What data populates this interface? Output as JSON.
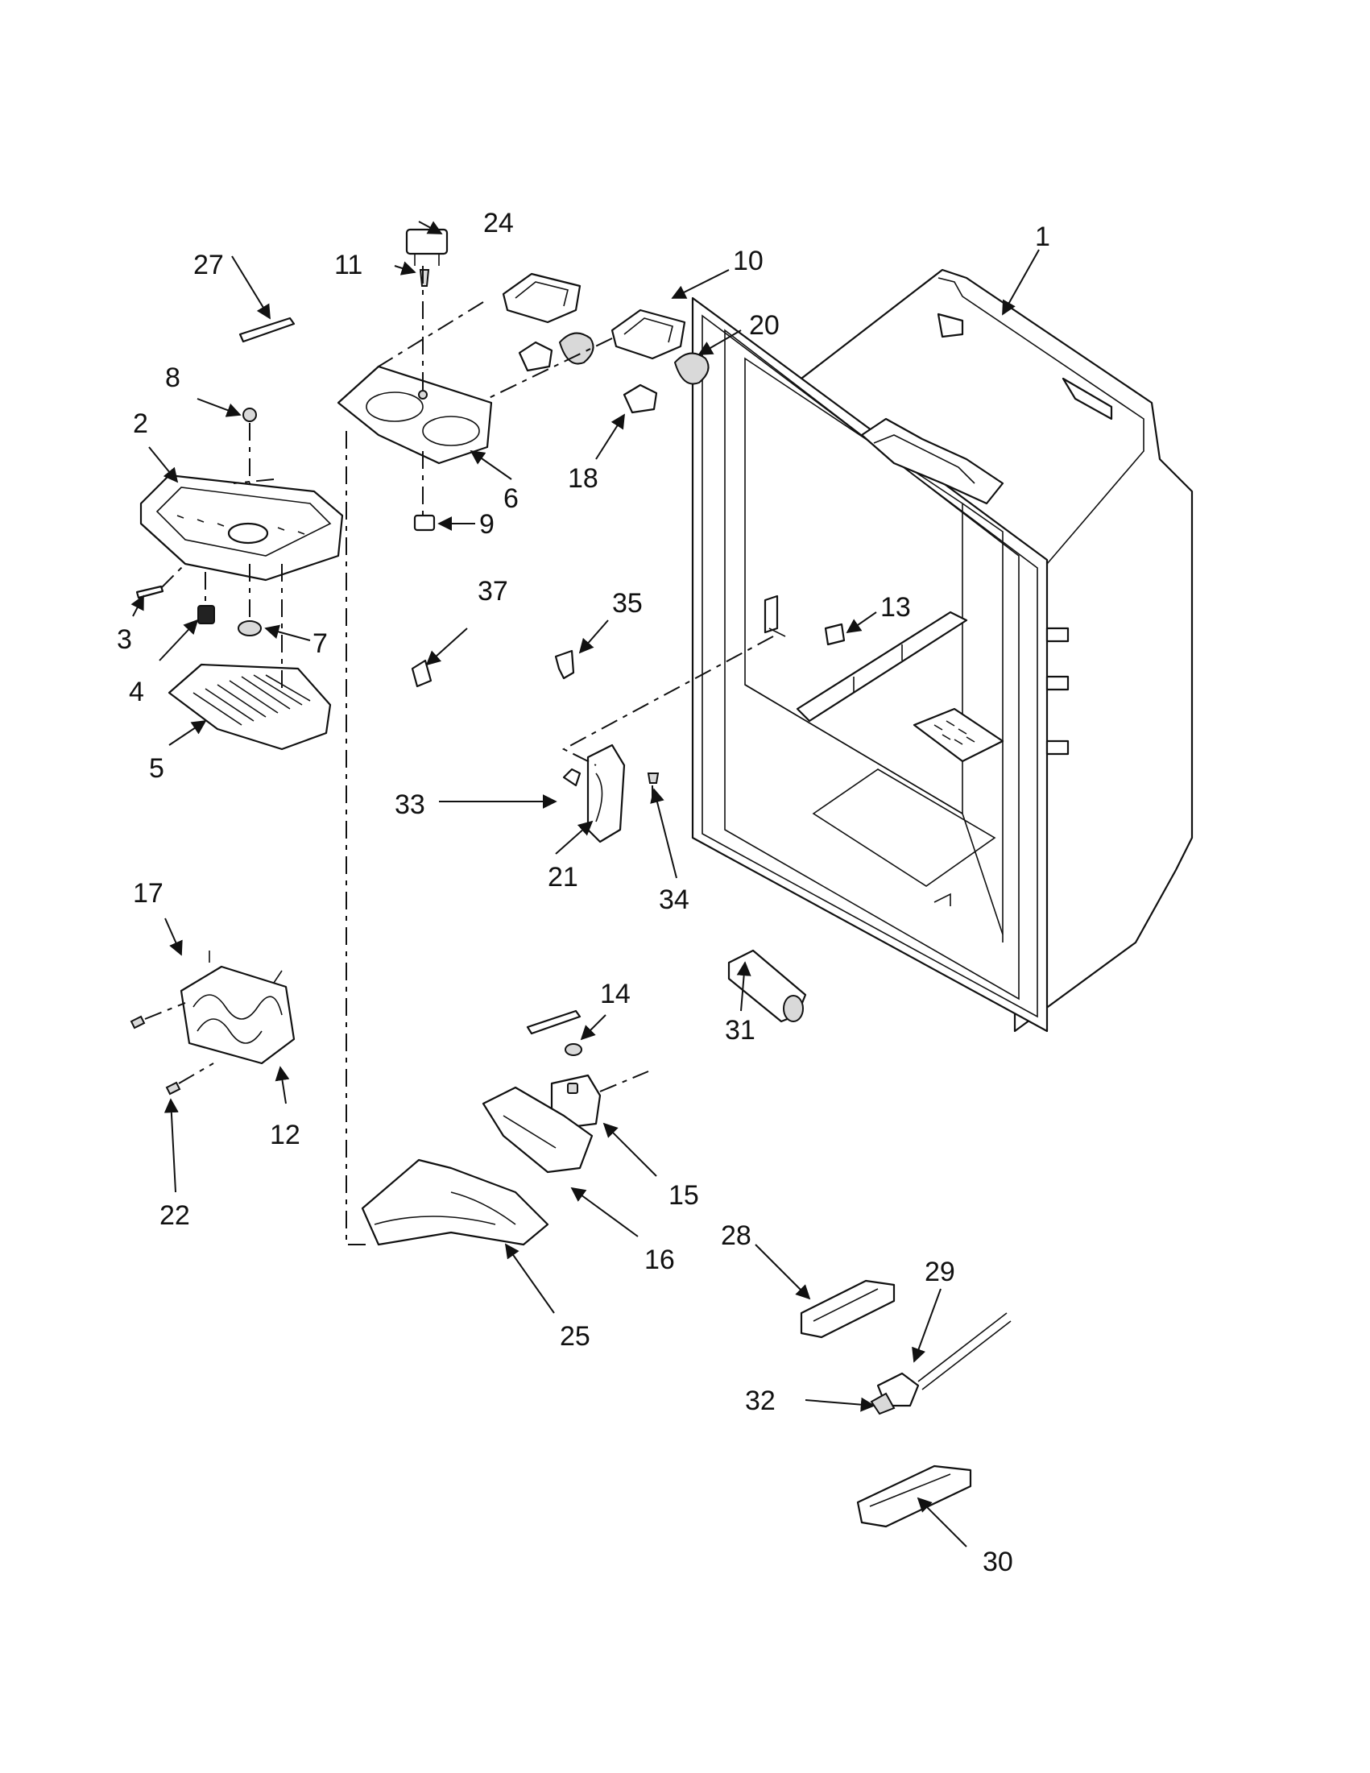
{
  "callouts": [
    {
      "id": "1",
      "label": "1"
    },
    {
      "id": "2",
      "label": "2"
    },
    {
      "id": "3",
      "label": "3"
    },
    {
      "id": "4",
      "label": "4"
    },
    {
      "id": "5",
      "label": "5"
    },
    {
      "id": "6",
      "label": "6"
    },
    {
      "id": "7",
      "label": "7"
    },
    {
      "id": "8",
      "label": "8"
    },
    {
      "id": "9",
      "label": "9"
    },
    {
      "id": "10",
      "label": "10"
    },
    {
      "id": "11",
      "label": "11"
    },
    {
      "id": "12",
      "label": "12"
    },
    {
      "id": "13",
      "label": "13"
    },
    {
      "id": "14",
      "label": "14"
    },
    {
      "id": "15",
      "label": "15"
    },
    {
      "id": "16",
      "label": "16"
    },
    {
      "id": "17",
      "label": "17"
    },
    {
      "id": "18",
      "label": "18"
    },
    {
      "id": "20",
      "label": "20"
    },
    {
      "id": "21",
      "label": "21"
    },
    {
      "id": "22",
      "label": "22"
    },
    {
      "id": "24",
      "label": "24"
    },
    {
      "id": "25",
      "label": "25"
    },
    {
      "id": "27",
      "label": "27"
    },
    {
      "id": "28",
      "label": "28"
    },
    {
      "id": "29",
      "label": "29"
    },
    {
      "id": "30",
      "label": "30"
    },
    {
      "id": "31",
      "label": "31"
    },
    {
      "id": "32",
      "label": "32"
    },
    {
      "id": "33",
      "label": "33"
    },
    {
      "id": "34",
      "label": "34"
    },
    {
      "id": "35",
      "label": "35"
    },
    {
      "id": "37",
      "label": "37"
    }
  ]
}
